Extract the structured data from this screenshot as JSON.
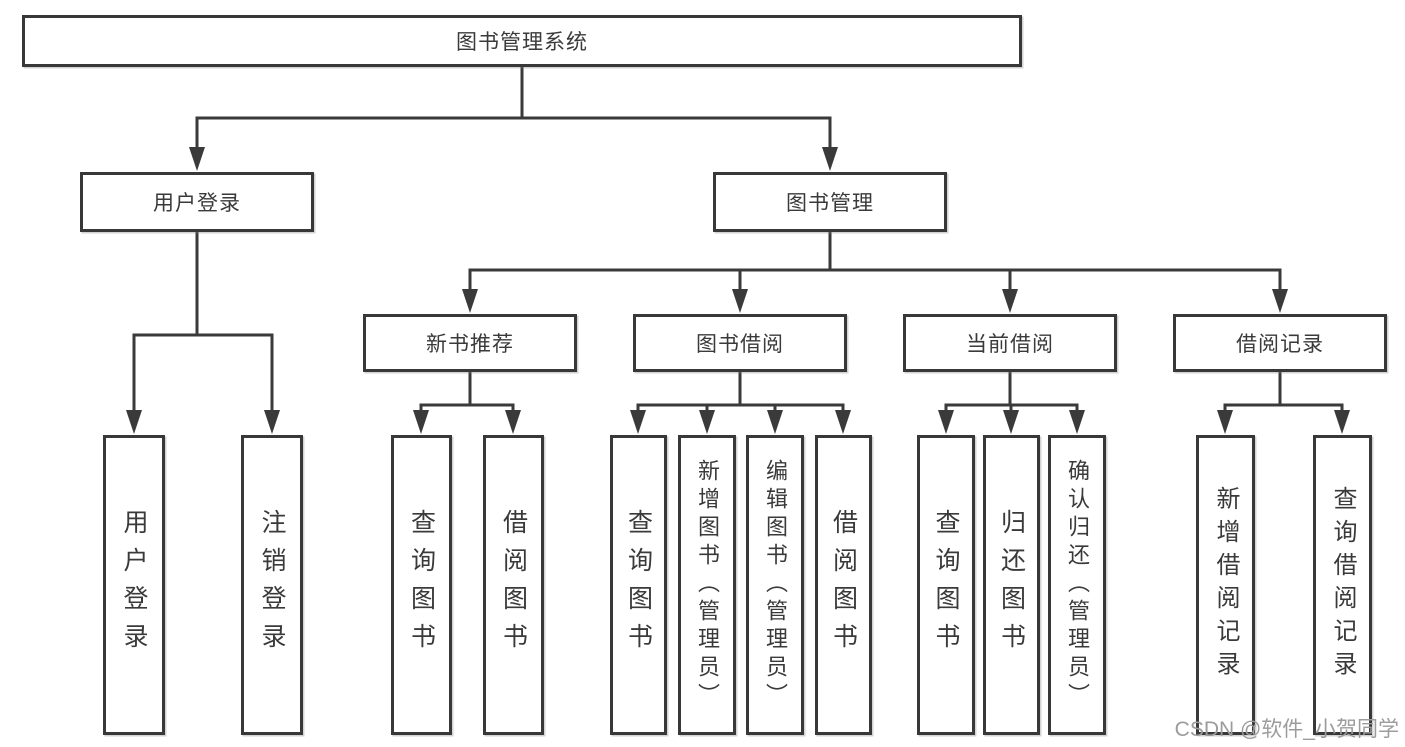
{
  "diagram": {
    "title": "图书管理系统",
    "level2": {
      "user_login": "用户登录",
      "book_mgmt": "图书管理"
    },
    "level3": {
      "new_books": "新书推荐",
      "book_borrow": "图书借阅",
      "current_borrow": "当前借阅",
      "borrow_records": "借阅记录"
    },
    "leaves": {
      "user_login": [
        "用户登录",
        "注销登录"
      ],
      "new_books": [
        "查询图书",
        "借阅图书"
      ],
      "book_borrow": [
        "查询图书",
        "新增图书（管理员）",
        "编辑图书（管理员）",
        "借阅图书"
      ],
      "current_borrow": [
        "查询图书",
        "归还图书",
        "确认归还（管理员）"
      ],
      "borrow_records": [
        "新增借阅记录",
        "查询借阅记录"
      ]
    },
    "watermark": "CSDN @软件_小贺同学",
    "colors": {
      "line": "#3a3a3a",
      "text": "#3a3a3a",
      "background": "#ffffff",
      "watermark": "#9c9c9c"
    }
  }
}
